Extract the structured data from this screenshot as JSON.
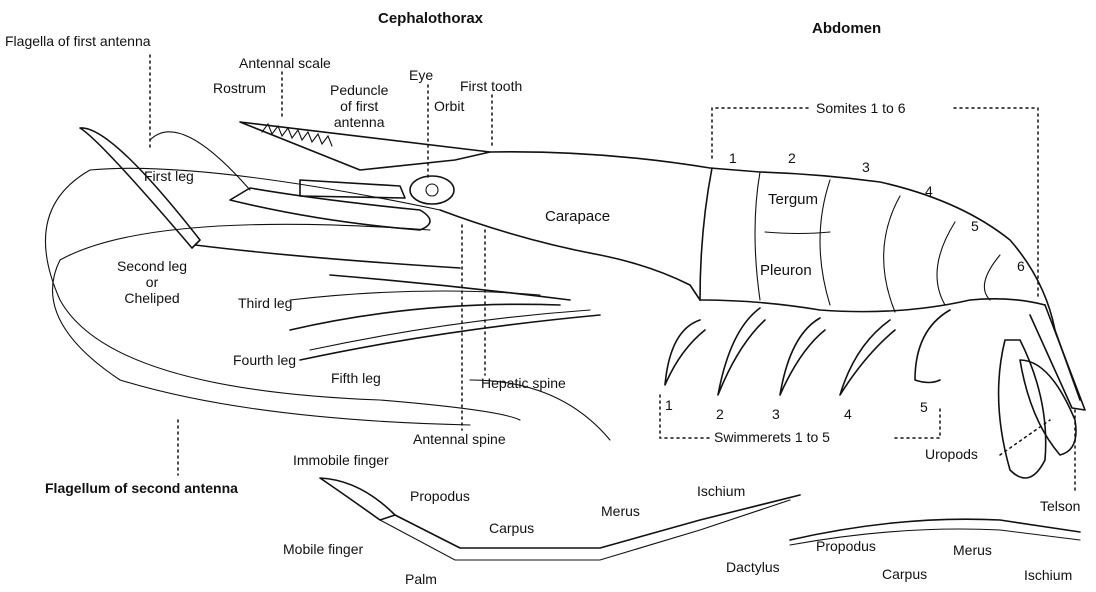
{
  "headings": {
    "cephalothorax": "Cephalothorax",
    "abdomen": "Abdomen"
  },
  "labels": {
    "flagella_first_antenna": "Flagella of first antenna",
    "antennal_scale": "Antennal scale",
    "rostrum": "Rostrum",
    "peduncle": "Peduncle\nof first\nantenna",
    "eye": "Eye",
    "orbit": "Orbit",
    "first_tooth": "First tooth",
    "first_leg": "First leg",
    "carapace": "Carapace",
    "second_leg": "Second leg\nor\nCheliped",
    "third_leg": "Third leg",
    "fourth_leg": "Fourth leg",
    "fifth_leg": "Fifth leg",
    "hepatic_spine": "Hepatic spine",
    "antennal_spine": "Antennal spine",
    "flagellum_second_antenna": "Flagellum of second antenna",
    "somites": "Somites 1 to 6",
    "tergum": "Tergum",
    "pleuron": "Pleuron",
    "swimmerets": "Swimmerets 1 to 5",
    "uropods": "Uropods",
    "telson": "Telson",
    "immobile_finger": "Immobile finger",
    "propodus_a": "Propodus",
    "mobile_finger": "Mobile finger",
    "palm": "Palm",
    "carpus_a": "Carpus",
    "merus_a": "Merus",
    "ischium_a": "Ischium",
    "dactylus": "Dactylus",
    "propodus_b": "Propodus",
    "carpus_b": "Carpus",
    "merus_b": "Merus",
    "ischium_b": "Ischium"
  },
  "somite_numbers": [
    "1",
    "2",
    "3",
    "4",
    "5",
    "6"
  ],
  "swimmeret_numbers": [
    "1",
    "2",
    "3",
    "4",
    "5"
  ],
  "colors": {
    "ink": "#111111",
    "paper": "#ffffff"
  }
}
